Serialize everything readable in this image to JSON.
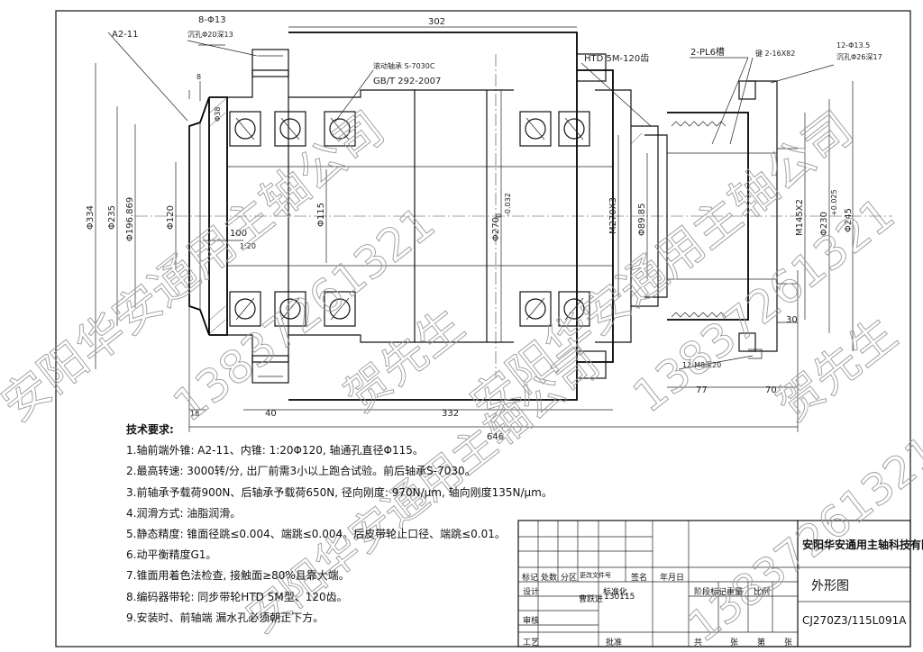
{
  "dimensions": {
    "a2": "A2-11",
    "holes_left_1": "8-Φ13",
    "holes_left_2": "沉孔Φ20深13",
    "len_302": "302",
    "bearing_1": "滚动轴承 S-7030C",
    "bearing_2": "GB/T 292-2007",
    "htd": "HTD 5M-120齿",
    "pl6": "2-PL6槽",
    "key": "键 2-16X82",
    "holes_right_1": "12-Φ13.5",
    "holes_right_2": "沉孔Φ26深17",
    "d8": "8",
    "d38": "Φ38",
    "d334": "Φ334",
    "d235": "Φ235",
    "d196": "Φ196.869",
    "d120": "Φ120",
    "l100": "100",
    "taper": "1:20",
    "d115": "Φ115",
    "d270": "Φ270",
    "d270_tol": "-0.032",
    "d270_tol0": "0",
    "m270": "M270X3",
    "d89": "Φ89.85",
    "m145": "M145X2",
    "d230": "Φ230",
    "d230_tol": "+0.025",
    "d245": "Φ245",
    "l30": "30",
    "m8": "12-M8深20",
    "l77": "77",
    "l70": "70",
    "l18": "18",
    "l40": "40",
    "l332": "332",
    "l646": "646"
  },
  "notes": {
    "title": "技术要求:",
    "items": [
      "1.轴前端外锥: A2-11、内锥: 1:20Φ120, 轴通孔直径Φ115。",
      "2.最高转速: 3000转/分, 出厂前需3小以上跑合试验。前后轴承S-7030。",
      "3.前轴承予载荷900N、后轴承予载荷650N, 径向刚度: 970N/μm, 轴向刚度135N/μm。",
      "4.润滑方式: 油脂润滑。",
      "5.静态精度: 锥面径跳≤0.004、端跳≤0.004。后皮带轮止口径、端跳≤0.01。",
      "6.动平衡精度G1。",
      "7.锥面用着色法检查, 接触面≥80%且靠大端。",
      "8.编码器带轮: 同步带轮HTD 5M型、120齿。",
      "9.安装时、前轴端 漏水孔必须朝正下方。"
    ]
  },
  "title_block": {
    "company": "安阳华安通用主轴科技有限公司",
    "drawing_name": "外形图",
    "drawing_code": "CJ270Z3/115L091A",
    "row_headers": [
      "标记",
      "处数",
      "分区",
      "更改文件号",
      "签名",
      "年月日"
    ],
    "design": "设计",
    "standardize": "标准化",
    "standardize_sign": "曹跃进",
    "date": "130115",
    "review": "审核",
    "process": "工艺",
    "approve": "批准",
    "stage": "阶段标记",
    "weight": "重量",
    "scale": "比例",
    "sheets_total": "共",
    "sheet_of": "张",
    "sheet_no": "第",
    "sheet_unit": "张"
  },
  "watermarks": [
    "安阳华安通用主轴公司",
    "13837261321",
    "贺先生"
  ]
}
